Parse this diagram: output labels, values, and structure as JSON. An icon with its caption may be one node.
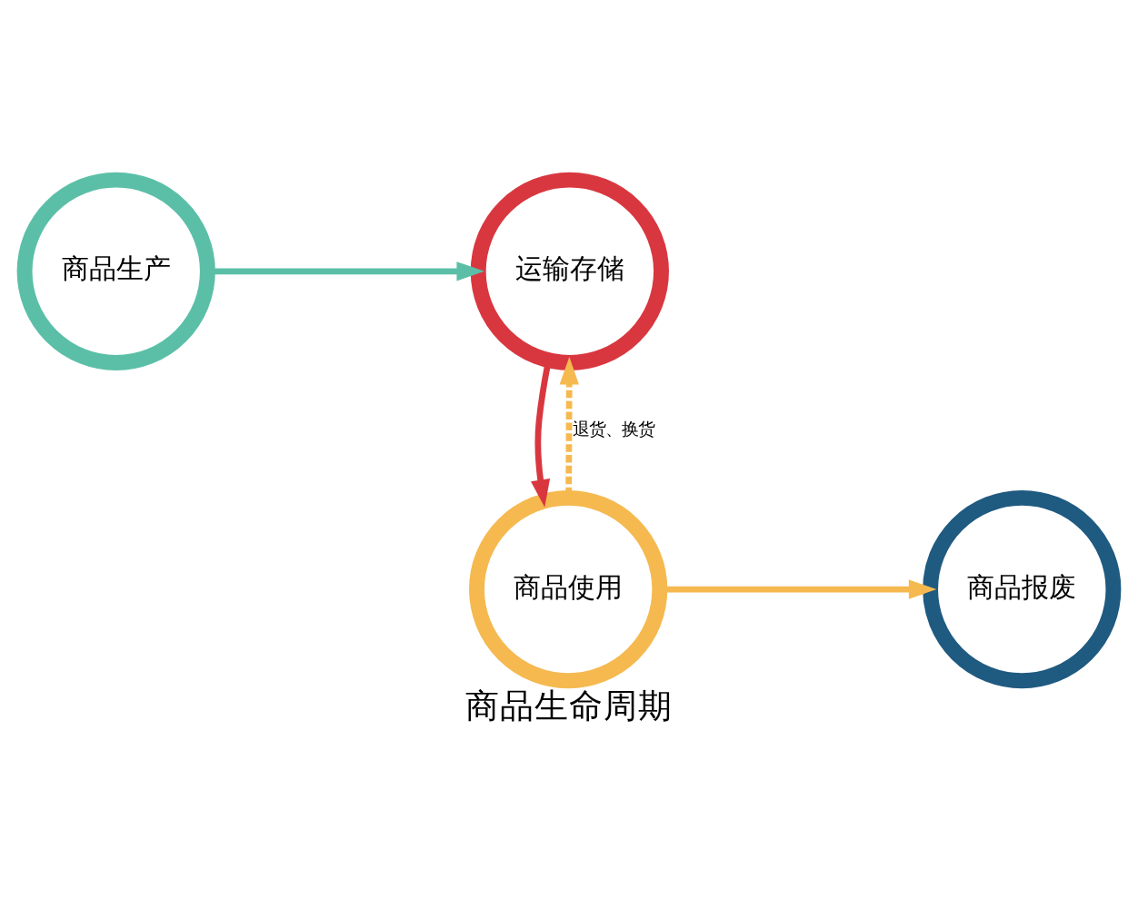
{
  "diagram": {
    "title": "商品生命周期",
    "nodes": [
      {
        "text": [
          "商品生产"
        ]
      },
      {
        "text": [
          "运输存储"
        ]
      },
      {
        "text": [
          "商品使用"
        ]
      },
      {
        "text": [
          "商品报废"
        ]
      }
    ],
    "edges": [
      {
        "from": 0,
        "to": 1,
        "arrow": "to",
        "color": "#5bbfa8"
      },
      {
        "from": 1,
        "to": 2,
        "arrow": "to",
        "color": "#d9373f"
      },
      {
        "from": 2,
        "to": 1,
        "arrow": "to",
        "style": "dashed",
        "label": "退货、换货",
        "color": "#f5b94f"
      },
      {
        "from": 2,
        "to": 3,
        "arrow": "to",
        "color": "#f5b94f"
      }
    ]
  }
}
